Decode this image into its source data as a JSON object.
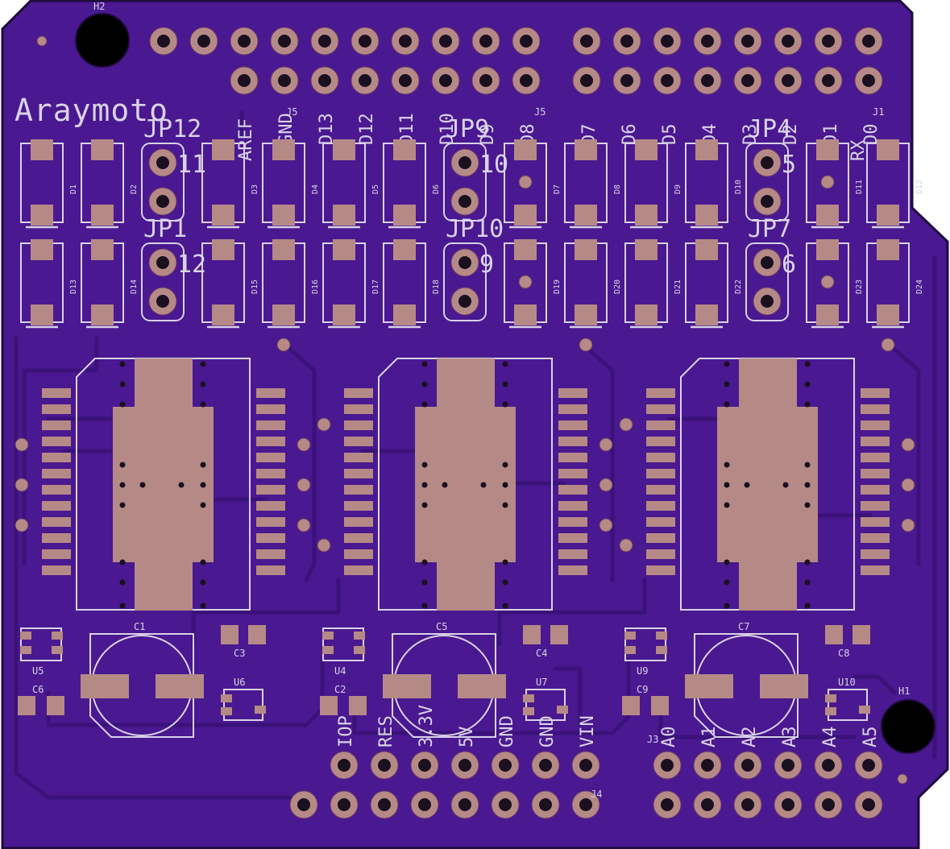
{
  "board": {
    "colors": {
      "background": "#ffffff",
      "soldermask": "#4a1890",
      "edge": "#1f0a3d",
      "silkscreen": "#d9d2e6",
      "copper": "#b58a86",
      "drill": "#1a1020"
    },
    "title": "Araymoto",
    "header_top_labels": [
      "AREF",
      "GND",
      "D13",
      "D12",
      "D11",
      "D10",
      "D9",
      "D8",
      "D7",
      "D6",
      "D5",
      "D4",
      "D3",
      "D2",
      "D1",
      "D0"
    ],
    "header_top_extra": [
      "RX"
    ],
    "header_top_refs": [
      "J5",
      "J5",
      "J1"
    ],
    "header_power_labels": [
      "IOP",
      "RES",
      "3.3V",
      "5V",
      "GND",
      "GND",
      "VIN"
    ],
    "header_analog_labels": [
      "A0",
      "A1",
      "A2",
      "A3",
      "A4",
      "A5"
    ],
    "connector_refs": [
      "J3",
      "J4"
    ],
    "mounting_holes": [
      "H2",
      "H1"
    ],
    "jumpers": [
      "JP12",
      "JP1",
      "JP9",
      "JP10",
      "JP4",
      "JP7"
    ],
    "jumper_pin_labels": [
      "11",
      "12",
      "10",
      "9",
      "5",
      "6"
    ],
    "capacitors": [
      "C1",
      "C5",
      "C7",
      "C6",
      "C2",
      "C9",
      "C3",
      "C4",
      "C8"
    ],
    "regulators": [
      "U5",
      "U4",
      "U9",
      "U6",
      "U7",
      "U10"
    ],
    "diodes": [
      "D1",
      "D2",
      "D3",
      "D4",
      "D5",
      "D6",
      "D7",
      "D8",
      "D9",
      "D10",
      "D11",
      "D12",
      "D13",
      "D14",
      "D15",
      "D16",
      "D17",
      "D18",
      "D19",
      "D20",
      "D21",
      "D22",
      "D23",
      "D24"
    ]
  }
}
